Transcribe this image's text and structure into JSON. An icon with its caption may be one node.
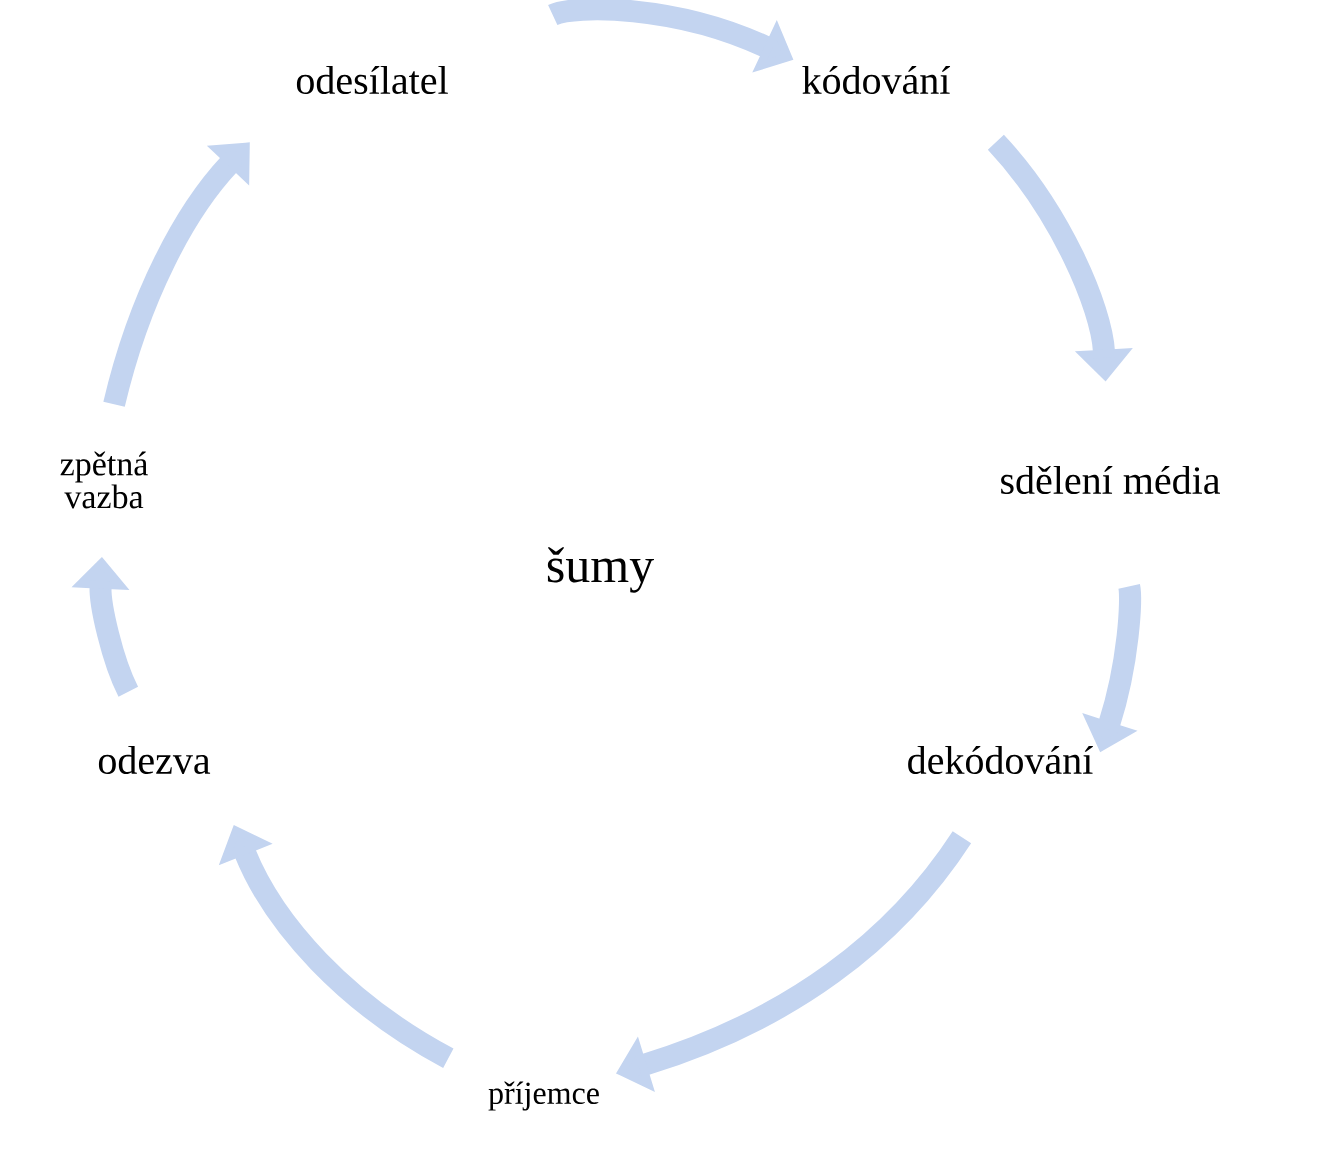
{
  "diagram": {
    "nodes": [
      {
        "text": [
          "odesílatel"
        ]
      },
      {
        "text": [
          "kódování"
        ]
      },
      {
        "text": [
          "sdělení média"
        ]
      },
      {
        "text": [
          "dekódování"
        ]
      },
      {
        "text": [
          "příjemce"
        ]
      },
      {
        "text": [
          "odezva"
        ]
      },
      {
        "text": [
          "zpětná vazba"
        ]
      }
    ],
    "edges": [
      {
        "from": 0,
        "to": 1,
        "arrow": "to"
      },
      {
        "from": 1,
        "to": 2,
        "arrow": "to"
      },
      {
        "from": 2,
        "to": 3,
        "arrow": "to"
      },
      {
        "from": 3,
        "to": 4,
        "arrow": "to"
      },
      {
        "from": 4,
        "to": 5,
        "arrow": "to"
      },
      {
        "from": 5,
        "to": 6,
        "arrow": "to"
      },
      {
        "from": 6,
        "to": 0,
        "arrow": "to"
      }
    ],
    "labels": [
      "šumy"
    ]
  }
}
